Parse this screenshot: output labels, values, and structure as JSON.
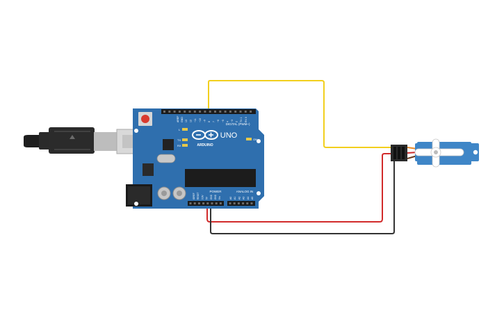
{
  "board": {
    "brand": "ARDUINO",
    "model": "UNO",
    "digital_header": "DIGITAL (PWM~)",
    "power_header": "POWER",
    "analog_header": "ANALOG IN",
    "on_label": "ON",
    "tx_label": "TX",
    "rx_label": "RX",
    "l_label": "L",
    "aref_label": "AREF",
    "gnd_label": "GND",
    "ioref_label": "IOREF",
    "reset_label": "RESET",
    "v33_label": "3.3V",
    "v5_label": "5V",
    "vin_label": "Vin",
    "digital_pins": [
      "13",
      "12",
      "~11",
      "~10",
      "~9",
      "8",
      "7",
      "~6",
      "~5",
      "4",
      "~3",
      "2",
      "TX 1",
      "RX 0"
    ],
    "analog_pins": [
      "A0",
      "A1",
      "A2",
      "A3",
      "A4",
      "A5"
    ],
    "color": "#2f6fae"
  },
  "wires": {
    "signal_color": "#f2cf1d",
    "power_color": "#d12a2a",
    "ground_color": "#333333"
  },
  "servo": {
    "color": "#3f86c7"
  }
}
